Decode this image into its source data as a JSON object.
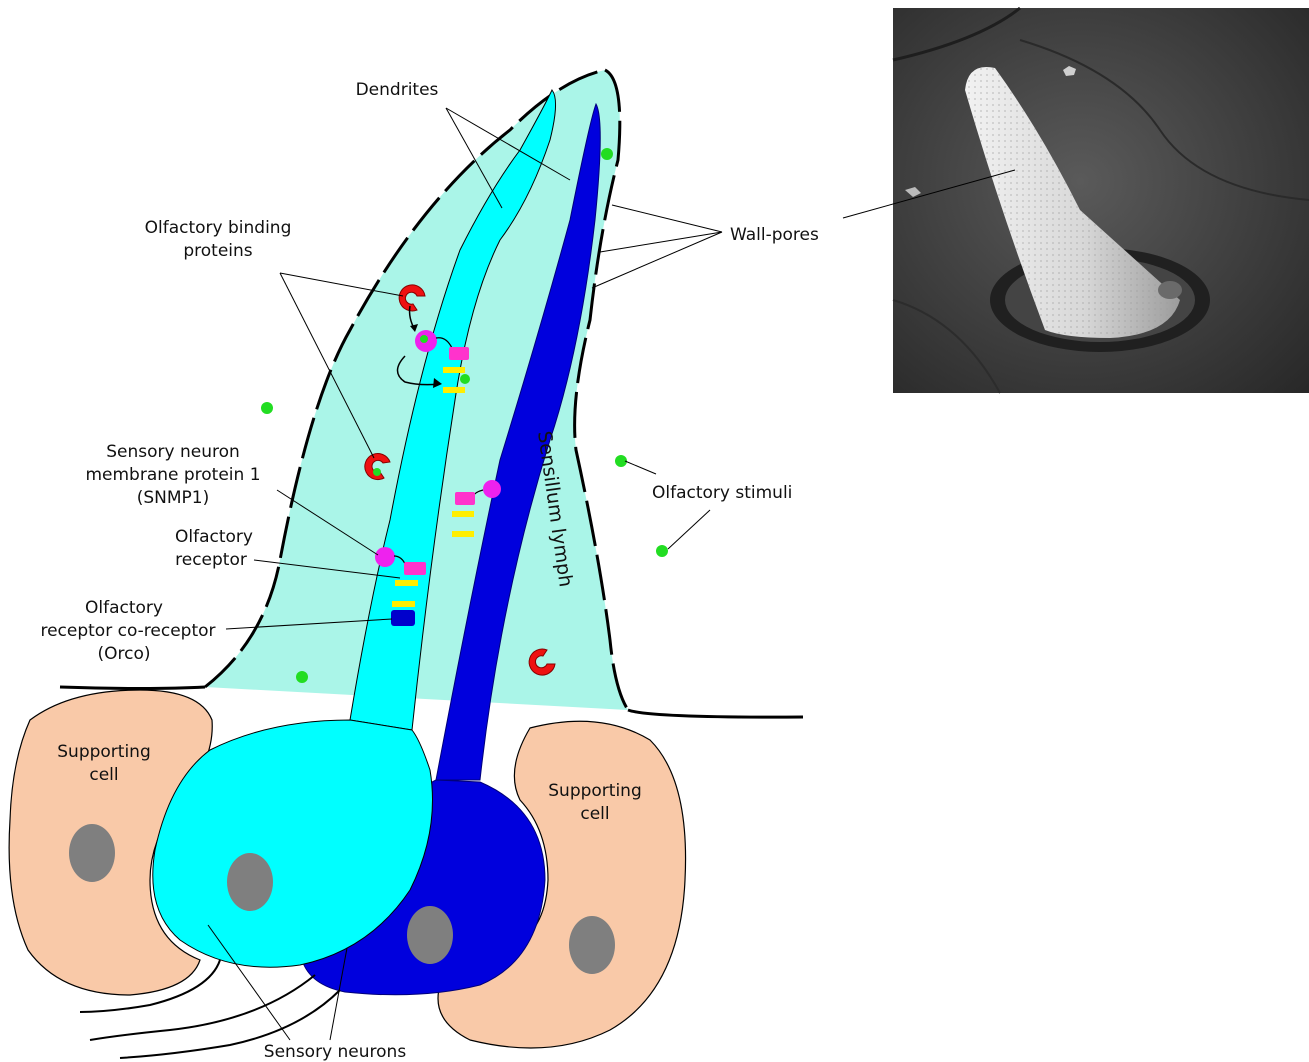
{
  "labels": {
    "dendrites": "Dendrites",
    "wall_pores": "Wall-pores",
    "obp_line1": "Olfactory binding",
    "obp_line2": "proteins",
    "snmp_line1": "Sensory neuron",
    "snmp_line2": "membrane protein 1",
    "snmp_line3": "(SNMP1)",
    "or_line1": "Olfactory",
    "or_line2": "receptor",
    "orco_line1": "Olfactory",
    "orco_line2": "receptor co-receptor",
    "orco_line3": "(Orco)",
    "sensillum_lymph": "Sensillum lymph",
    "olfactory_stimuli": "Olfactory stimuli",
    "supporting_cell_left_1": "Supporting",
    "supporting_cell_left_2": "cell",
    "supporting_cell_right_1": "Supporting",
    "supporting_cell_right_2": "cell",
    "sensory_neurons": "Sensory neurons"
  },
  "colors": {
    "sensillum_lymph": "#aaf5e8",
    "neuron_light": "#00ffff",
    "neuron_dark": "#0000dd",
    "supporting_cell": "#f9c9a8",
    "nucleus": "#7f7f7f",
    "odorant": "#22dd22",
    "obp": "#ee1111",
    "snmp": "#ee22ee",
    "olfactory_receptor": "#ff33cc",
    "receptor_band": "#ffee00",
    "orco": "#0000cc",
    "micrograph_bg": "#3a3a3a"
  },
  "icons": {
    "obp": "obp-crescent-icon",
    "odorant": "odorant-dot-icon",
    "snmp": "snmp-circle-icon"
  }
}
